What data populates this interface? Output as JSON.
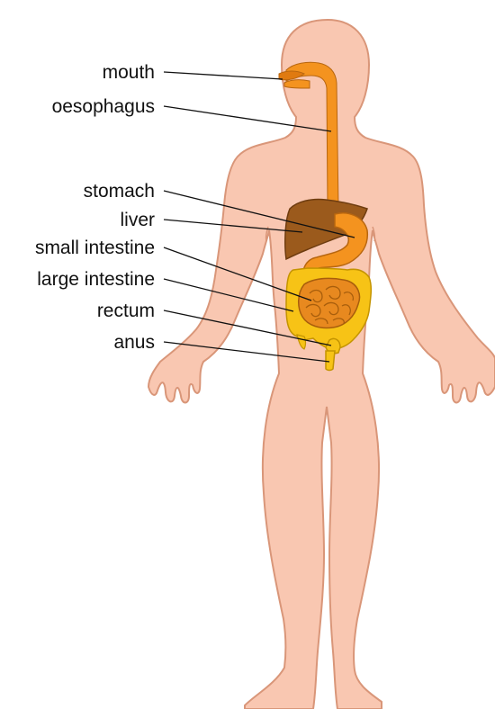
{
  "diagram": {
    "labels": {
      "mouth": "mouth",
      "oesophagus": "oesophagus",
      "stomach": "stomach",
      "liver": "liver",
      "small_intestine": "small intestine",
      "large_intestine": "large intestine",
      "rectum": "rectum",
      "anus": "anus"
    }
  },
  "colors": {
    "skin": "#f9c7b1",
    "skin_outline": "#d99679",
    "oesophagus": "#f4931f",
    "stomach": "#f4931f",
    "liver": "#9b5a1c",
    "small_intestine": "#e8891f",
    "large_intestine": "#f7c316",
    "leader_lines": "#111111"
  }
}
